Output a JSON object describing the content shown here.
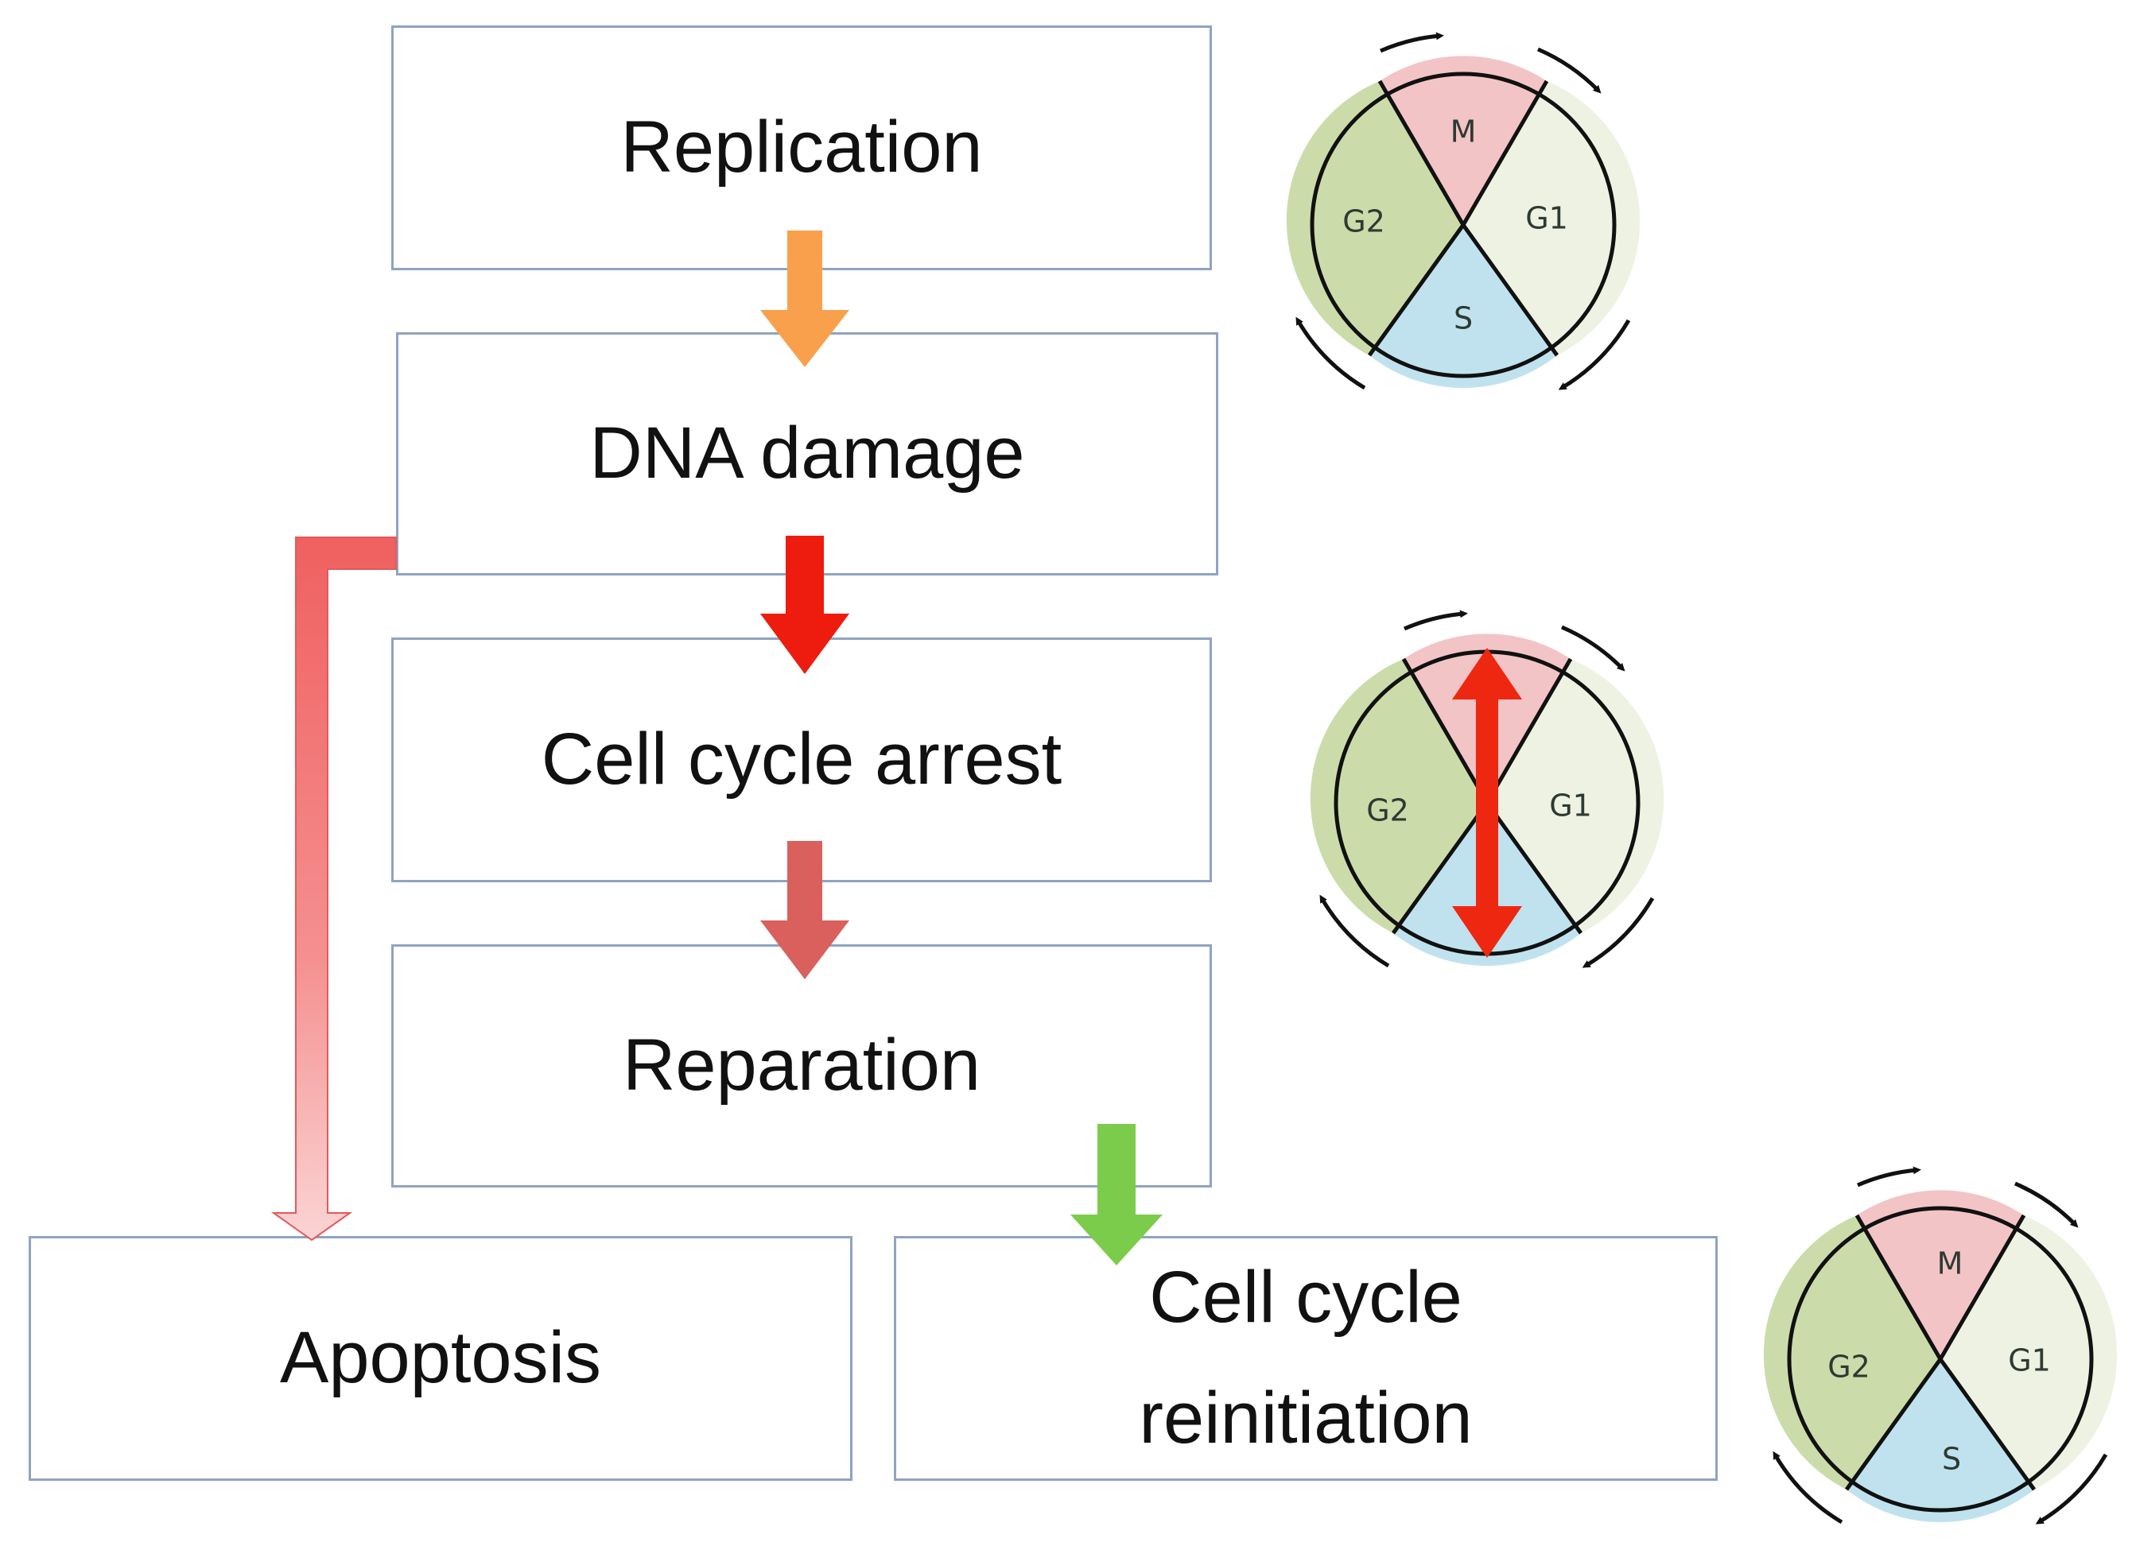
{
  "steps": {
    "replication": "Replication",
    "dna_damage": "DNA damage",
    "cell_cycle_arrest": "Cell cycle arrest",
    "reparation": "Reparation",
    "apoptosis": "Apoptosis",
    "reinitiation_line1": "Cell cycle",
    "reinitiation_line2": "reinitiation"
  },
  "cycle_phases": {
    "m": "M",
    "g1": "G1",
    "s": "S",
    "g2": "G2"
  },
  "colors": {
    "phase_m": "#f2c4c6",
    "phase_g1": "#eef2e2",
    "phase_s": "#bfe2ee",
    "phase_g2": "#cbdcaa",
    "arrow_replication": "#f9a04d",
    "arrow_damage": "#ee1c0e",
    "arrow_arrest": "#d9605c",
    "arrow_reinitiation": "#7ccc4c",
    "arrow_apoptosis": "#f06a6a",
    "arrest_block": "#ee2810",
    "box_border": "#8ea4c2"
  }
}
